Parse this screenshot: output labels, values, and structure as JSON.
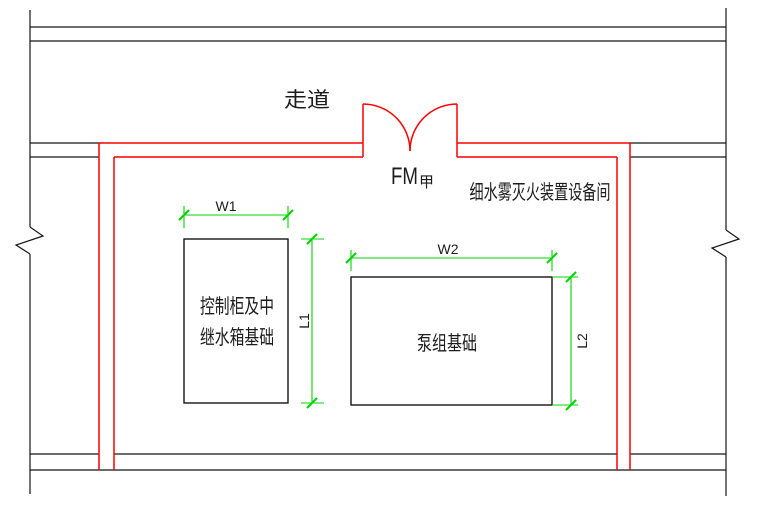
{
  "labels": {
    "corridor": "走道",
    "door_main": "FM",
    "door_sub": "甲",
    "room_name": "细水雾灭火装置设备间",
    "foundation_control_line1": "控制柜及中",
    "foundation_control_line2": "继水箱基础",
    "foundation_pump": "泵组基础",
    "dim_w1": "W1",
    "dim_l1": "L1",
    "dim_w2": "W2",
    "dim_l2": "L2"
  },
  "colors": {
    "line_black": "#151515",
    "wall_accent_red": "#fd0000",
    "dimension_green": "#00d400"
  }
}
